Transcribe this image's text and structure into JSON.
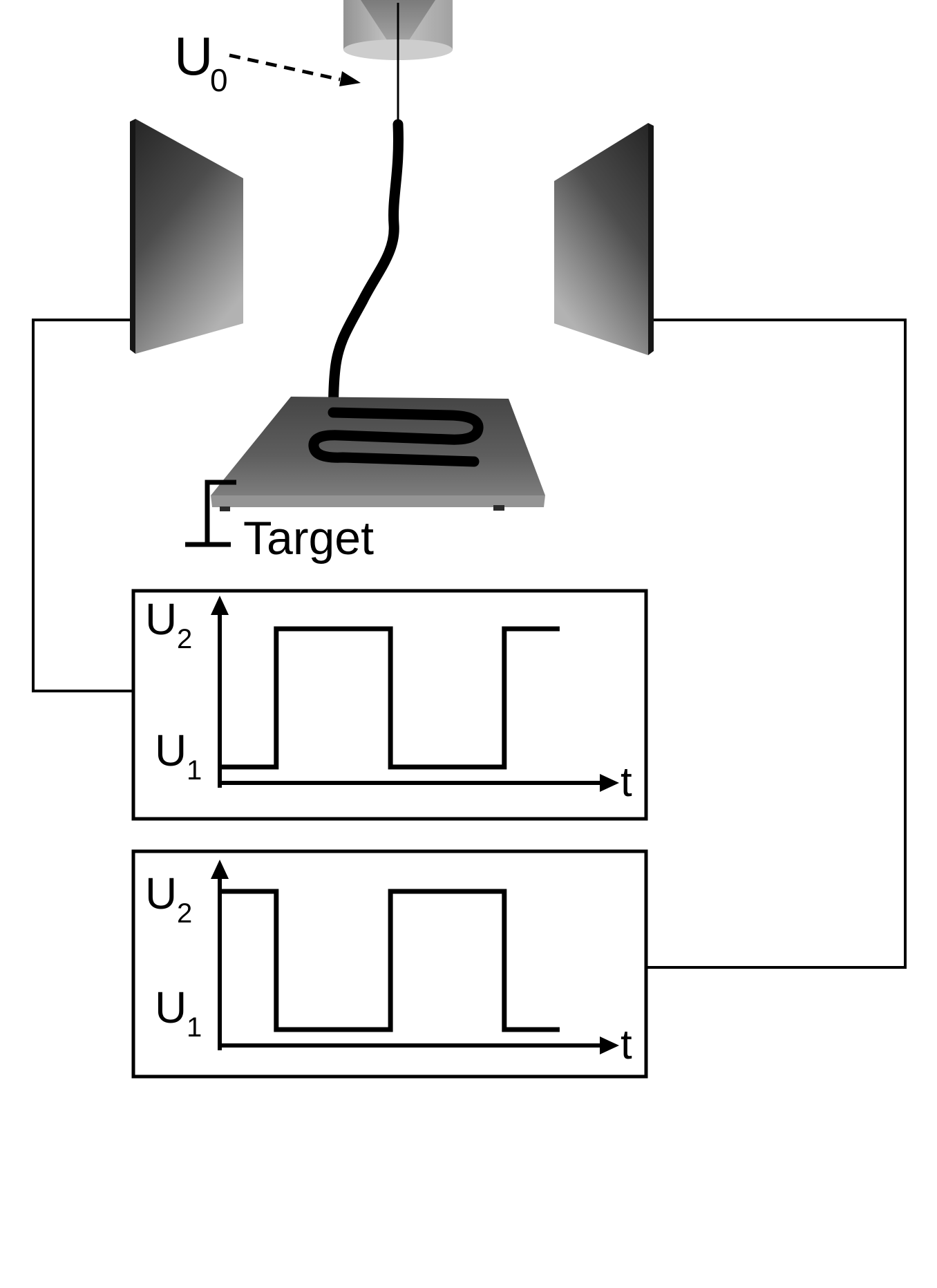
{
  "labels": {
    "nozzle_voltage_main": "U",
    "nozzle_voltage_sub": "0",
    "target": "Target"
  },
  "colors": {
    "background": "#ffffff",
    "line": "#000000",
    "plate_dark": "#262626",
    "plate_light": "#b2b2b2",
    "target_top": "#454545",
    "target_bottom": "#7d7d7d",
    "target_edge": "#949494",
    "nozzle_light": "#c9c9c9",
    "nozzle_dark": "#707070"
  },
  "chart_data": [
    {
      "type": "line",
      "waveform": "square",
      "xlabel": "t",
      "y_high_main": "U",
      "y_high_sub": "2",
      "y_low_main": "U",
      "y_low_sub": "1",
      "level_names": [
        "U1",
        "U2"
      ],
      "points": [
        [
          0,
          0
        ],
        [
          0.143,
          0
        ],
        [
          0.143,
          1
        ],
        [
          0.432,
          1
        ],
        [
          0.432,
          0
        ],
        [
          0.72,
          0
        ],
        [
          0.72,
          1
        ],
        [
          0.86,
          1
        ]
      ]
    },
    {
      "type": "line",
      "waveform": "square",
      "xlabel": "t",
      "y_high_main": "U",
      "y_high_sub": "2",
      "y_low_main": "U",
      "y_low_sub": "1",
      "level_names": [
        "U1",
        "U2"
      ],
      "points": [
        [
          0,
          1
        ],
        [
          0.143,
          1
        ],
        [
          0.143,
          0
        ],
        [
          0.432,
          0
        ],
        [
          0.432,
          1
        ],
        [
          0.72,
          1
        ],
        [
          0.72,
          0
        ],
        [
          0.86,
          0
        ]
      ]
    }
  ]
}
